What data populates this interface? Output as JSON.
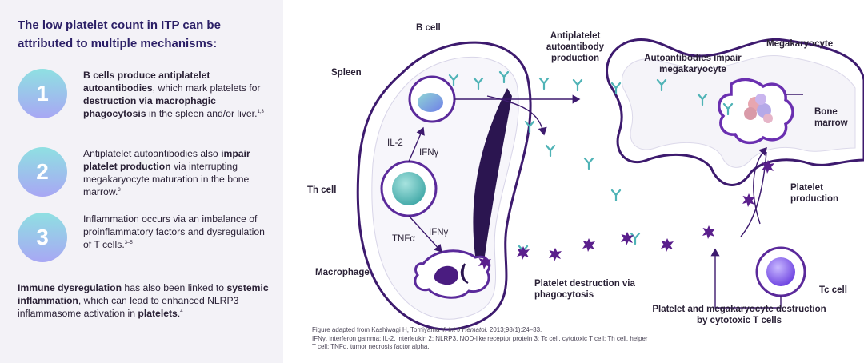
{
  "left": {
    "title": "The low platelet count in ITP can be attributed to multiple mechanisms:",
    "mechanisms": [
      {
        "number": "1",
        "parts": [
          {
            "b": true,
            "t": "B cells produce antiplatelet autoantibodies"
          },
          {
            "b": false,
            "t": ", which mark platelets for "
          },
          {
            "b": true,
            "t": "destruction via macrophagic phagocytosis"
          },
          {
            "b": false,
            "t": " in the spleen and/or liver."
          }
        ],
        "ref": "1,3"
      },
      {
        "number": "2",
        "parts": [
          {
            "b": false,
            "t": "Antiplatelet autoantibodies also "
          },
          {
            "b": true,
            "t": "impair platelet production"
          },
          {
            "b": false,
            "t": " via interrupting megakaryocyte maturation in the bone marrow."
          }
        ],
        "ref": "3"
      },
      {
        "number": "3",
        "parts": [
          {
            "b": false,
            "t": "Inflammation occurs via an imbalance of proinflammatory factors and dysregulation of T cells."
          }
        ],
        "ref": "3–5"
      }
    ],
    "footer_parts": [
      {
        "b": true,
        "t": "Immune dysregulation"
      },
      {
        "b": false,
        "t": " has also been linked to "
      },
      {
        "b": true,
        "t": "systemic inflammation"
      },
      {
        "b": false,
        "t": ", which can lead to enhanced NLRP3 inflammasome activation in "
      },
      {
        "b": true,
        "t": "platelets"
      },
      {
        "b": false,
        "t": "."
      }
    ],
    "footer_ref": "4"
  },
  "diagram": {
    "labels": {
      "b_cell": "B cell",
      "spleen": "Spleen",
      "il2": "IL-2",
      "ifny_top": "IFNγ",
      "th_cell": "Th cell",
      "tnfa": "TNFα",
      "ifny_bottom": "IFNγ",
      "macrophage": "Macrophage",
      "antiplatelet_production": "Antiplatelet autoantibody production",
      "autoantibodies_impair": "Autoantibodies impair megakaryocyte",
      "megakaryocyte": "Megakaryocyte",
      "bone_marrow": "Bone marrow",
      "platelet_production": "Platelet production",
      "platelet_destruction": "Platelet destruction via phagocytosis",
      "tc_cell": "Tc cell",
      "cytotoxic_destruction": "Platelet and megakaryocyte destruction by cytotoxic T cells"
    },
    "caption": {
      "source_prefix": "Figure adapted from Kashiwagi H, Tomiyama Y. ",
      "journal": "Int J Hematol.",
      "source_suffix": " 2013;98(1):24–33.",
      "abbreviations": "IFNγ, interferon gamma; IL-2, interleukin 2; NLRP3, NOD-like receptor protein 3; Tc cell, cytotoxic T cell; Th cell, helper T cell; TNFα, tumor necrosis factor alpha."
    },
    "colors": {
      "outline": "#3d1a6e",
      "antibody": "#4fb3b6",
      "platelet": "#5a1f8c",
      "cell_border": "#5b2a9b",
      "accent_teal": "#5fc2c0"
    }
  }
}
